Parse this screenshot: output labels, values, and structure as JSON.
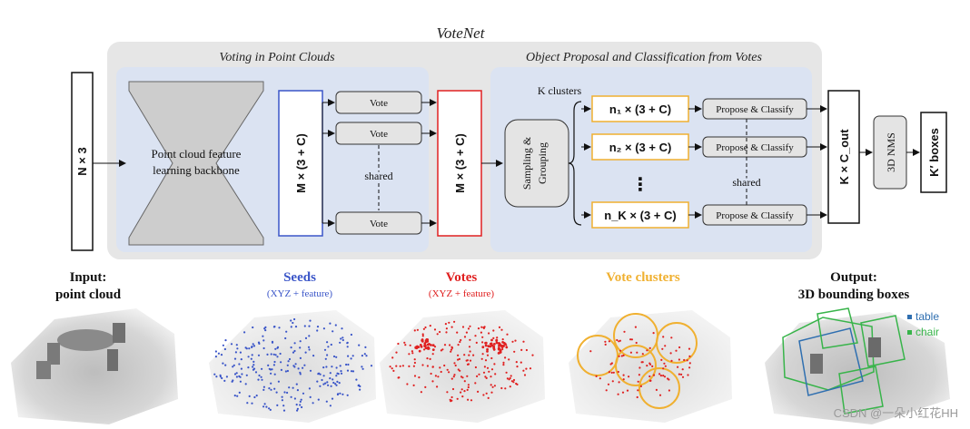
{
  "title": "VoteNet",
  "section_voting": "Voting in Point Clouds",
  "section_proposal": "Object Proposal and Classification from Votes",
  "input_dim": "N × 3",
  "backbone_line1": "Point cloud feature",
  "backbone_line2": "learning backbone",
  "seed_dim": "M × (3 + C)",
  "vote_label": "Vote",
  "shared_label": "shared",
  "votes_dim": "M × (3 + C)",
  "k_clusters": "K clusters",
  "sampling_line1": "Sampling &",
  "sampling_line2": "Grouping",
  "cluster_dims": [
    "n₁ × (3 + C)",
    "n₂ × (3 + C)",
    "n_K × (3 + C)"
  ],
  "vdots": "⋮",
  "propose_label": "Propose & Classify",
  "output_dim": "K × C_out",
  "nms_label": "3D NMS",
  "boxes_label": "K′ boxes",
  "stages": {
    "input_title_1": "Input:",
    "input_title_2": "point cloud",
    "seeds_title": "Seeds",
    "seeds_sub": "(XYZ + feature)",
    "votes_title": "Votes",
    "votes_sub": "(XYZ + feature)",
    "clusters_title": "Vote clusters",
    "output_title_1": "Output:",
    "output_title_2": "3D bounding boxes"
  },
  "legend": {
    "table": "table",
    "chair": "chair"
  },
  "watermark": "CSDN @一朵小红花HH",
  "colors": {
    "seeds": "#3a55c8",
    "votes": "#e02020",
    "clusters": "#f0b030",
    "table_box": "#2f6fb0",
    "chair_box": "#38b44a",
    "outer_panel": "#e6e6e6",
    "inner_panel": "#dbe3f2"
  }
}
